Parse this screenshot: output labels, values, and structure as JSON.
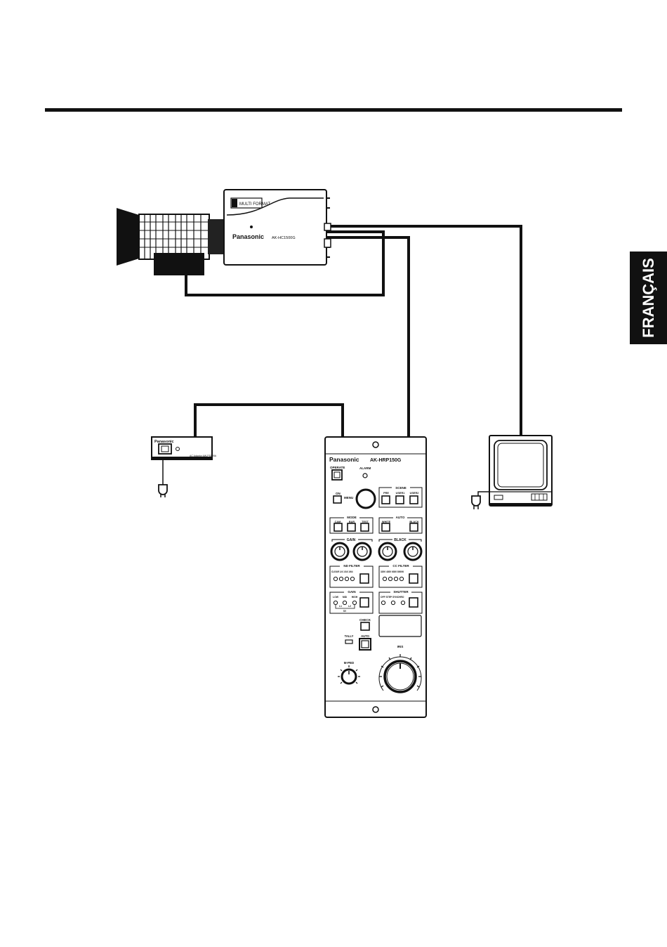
{
  "language_tab": "FRANÇAIS",
  "camera": {
    "badge_text": "MULTI FORMAT",
    "brand": "Panasonic",
    "model": "AK-HC1500G"
  },
  "power_unit": {
    "brand": "Panasonic",
    "model": "AC Adaptor AW-PS505A"
  },
  "control_panel": {
    "brand": "Panasonic",
    "model": "AK-HRP150G",
    "operate": "OPERATE",
    "alarm": "ALARM",
    "on": "ON",
    "menu": "MENU",
    "scene_title": "SCENE",
    "scene_buttons": [
      "PRE",
      "USER1",
      "USER2"
    ],
    "mode_title": "MODE",
    "mode_buttons": [
      "CAM",
      "BAR",
      "TEST"
    ],
    "auto_title": "AUTO",
    "auto_buttons": [
      "WHITE",
      "BLACK"
    ],
    "gain_knob_title": "GAIN",
    "black_knob_title": "BLACK",
    "nd_filter_title": "ND FILTER",
    "nd_filter_labels": "CLEAR 1/4 1/16 1/64",
    "cc_filter_title": "CC FILTER",
    "cc_filter_labels": "3200 4300 6300 8000K",
    "gain_title": "GAIN",
    "gain_labels": [
      "LOW",
      "MID",
      "HIGH"
    ],
    "gain_values": [
      "L1",
      "L2"
    ],
    "gain_bottom": "SV",
    "shutter_title": "SHUTTER",
    "shutter_labels": "OFF STEP SYNCHRO",
    "check": "CHECK",
    "tally": "TALLY",
    "auto": "AUTO",
    "iris": "IRIS",
    "mped": "M-PED"
  }
}
